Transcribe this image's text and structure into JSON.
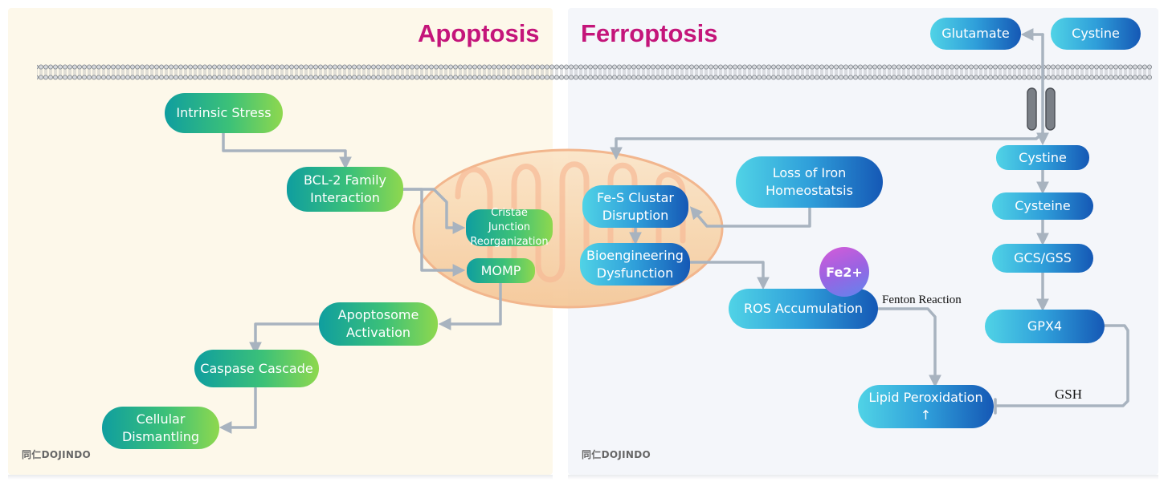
{
  "apoptosis": {
    "title": "Apoptosis",
    "nodes": {
      "intrinsic_stress": "Intrinsic Stress",
      "bcl2": "BCL-2 Family Interaction",
      "cristae": "Cristae Junction Reorganization",
      "momp": "MOMP",
      "apoptosome": "Apoptosome Activation",
      "caspase": "Caspase Cascade",
      "cellular": "Cellular Dismantling"
    },
    "logo": "同仁DOJINDO"
  },
  "ferroptosis": {
    "title": "Ferroptosis",
    "nodes": {
      "glutamate": "Glutamate",
      "cystine_top": "Cystine",
      "cystine": "Cystine",
      "cysteine": "Cysteine",
      "gcs_gss": "GCS/GSS",
      "gpx4": "GPX4",
      "loss_iron": "Loss of Iron Homeostatsis",
      "fes": "Fe-S Clustar Disruption",
      "bioeng": "Bioengineering Dysfunction",
      "ros": "ROS Accumulation",
      "lipid": "Lipid Peroxidation ↑",
      "fe2": "Fe2+"
    },
    "labels": {
      "fenton": "Fenton Reaction",
      "gsh": "GSH"
    },
    "logo": "同仁DOJINDO"
  },
  "colors": {
    "title": "#c4157a",
    "green_node": "#2cb080",
    "blue_node": "#2f9fda",
    "arrow": "#a8b3bf",
    "mitochondrion": "#f7d9b8"
  }
}
